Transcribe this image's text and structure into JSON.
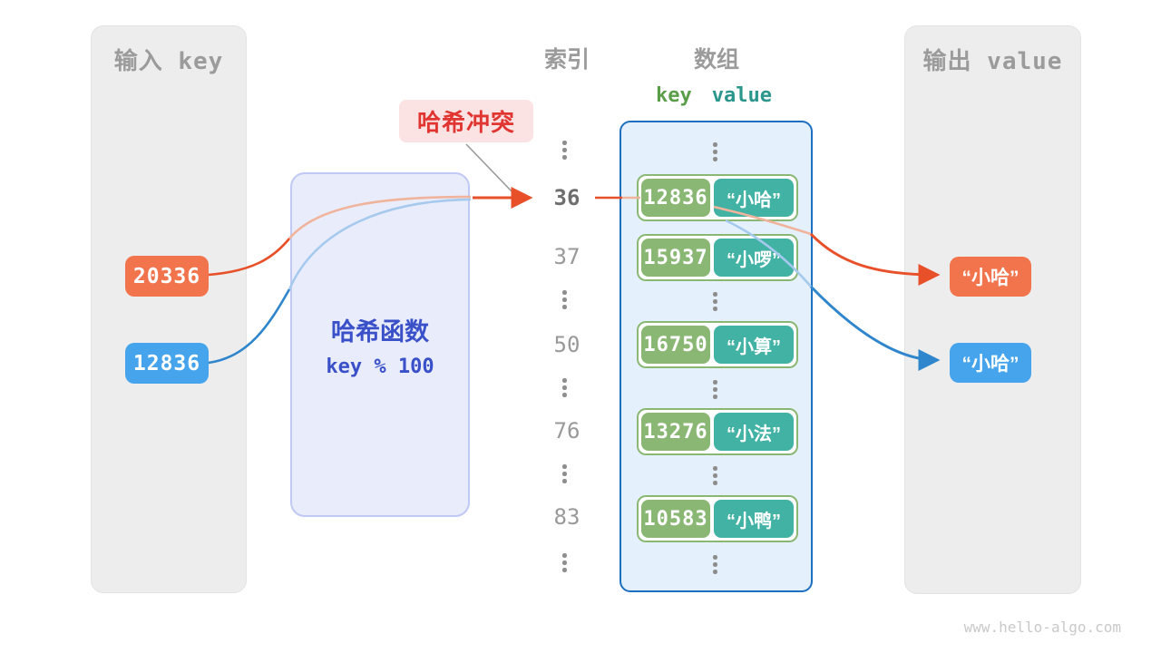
{
  "input_panel": {
    "title": "输入 key"
  },
  "output_panel": {
    "title": "输出 value"
  },
  "input_keys": [
    {
      "value": "20336",
      "color": "#f2744d"
    },
    {
      "value": "12836",
      "color": "#45a4ec"
    }
  ],
  "hash_box": {
    "title": "哈希函数",
    "formula": "key % 100"
  },
  "collision_label": {
    "text": "哈希冲突"
  },
  "headers": {
    "index": "索引",
    "array": "数组",
    "key": "key",
    "value": "value"
  },
  "index_column": {
    "rows": [
      {
        "label": "36",
        "active": true
      },
      {
        "label": "37",
        "active": false
      },
      {
        "label": "50",
        "active": false
      },
      {
        "label": "76",
        "active": false
      },
      {
        "label": "83",
        "active": false
      }
    ]
  },
  "array": {
    "pairs": [
      {
        "key": "12836",
        "value": "“小哈”"
      },
      {
        "key": "15937",
        "value": "“小啰”"
      },
      {
        "key": "16750",
        "value": "“小算”"
      },
      {
        "key": "13276",
        "value": "“小法”"
      },
      {
        "key": "10583",
        "value": "“小鸭”"
      }
    ]
  },
  "outputs": [
    {
      "value": "“小哈”",
      "color": "#f2744d"
    },
    {
      "value": "“小哈”",
      "color": "#45a4ec"
    }
  ],
  "watermark": "www.hello-algo.com",
  "colors": {
    "panel_bg": "#ededed",
    "orange": "#f2744d",
    "orange_line": "#e8502a",
    "blue": "#45a4ec",
    "blue_line": "#2f86cc",
    "hash_bg": "#e9ecfb",
    "hash_text": "#3a50c8",
    "collision_bg": "#fbe3e3",
    "collision_text": "#e13532",
    "array_bg": "#e4f1fc",
    "array_border": "#1d6fc0",
    "pair_green": "#8ab874",
    "pair_teal": "#41b2a4"
  }
}
